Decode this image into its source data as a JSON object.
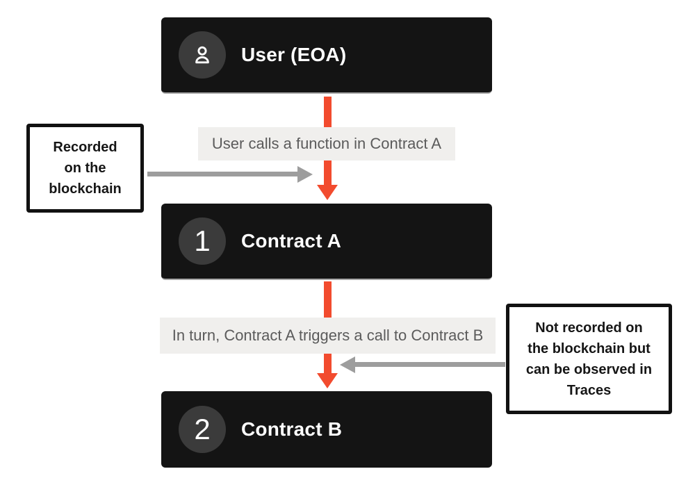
{
  "diagram": {
    "nodes": {
      "user": {
        "label": "User (EOA)",
        "icon": "user-icon"
      },
      "contract_a": {
        "label": "Contract A",
        "badge": "1"
      },
      "contract_b": {
        "label": "Contract B",
        "badge": "2"
      }
    },
    "edges": {
      "user_to_a": {
        "label": "User calls a function in Contract A"
      },
      "a_to_b": {
        "label": "In turn, Contract A triggers a call to Contract B"
      }
    },
    "notes": {
      "left": {
        "text": "Recorded on the blockchain"
      },
      "right": {
        "text": "Not recorded on the blockchain but can be observed in Traces"
      }
    },
    "colors": {
      "accent": "#f24b2e",
      "arrow_gray": "#9d9d9d",
      "node_background": "#141414",
      "badge_circle": "#3b3b3b",
      "label_band_background": "#f0efed",
      "label_band_text": "#5b5b5b",
      "note_border": "#111111",
      "node_bottom_edge": "#a8a8a8",
      "page_background": "#ffffff"
    }
  }
}
